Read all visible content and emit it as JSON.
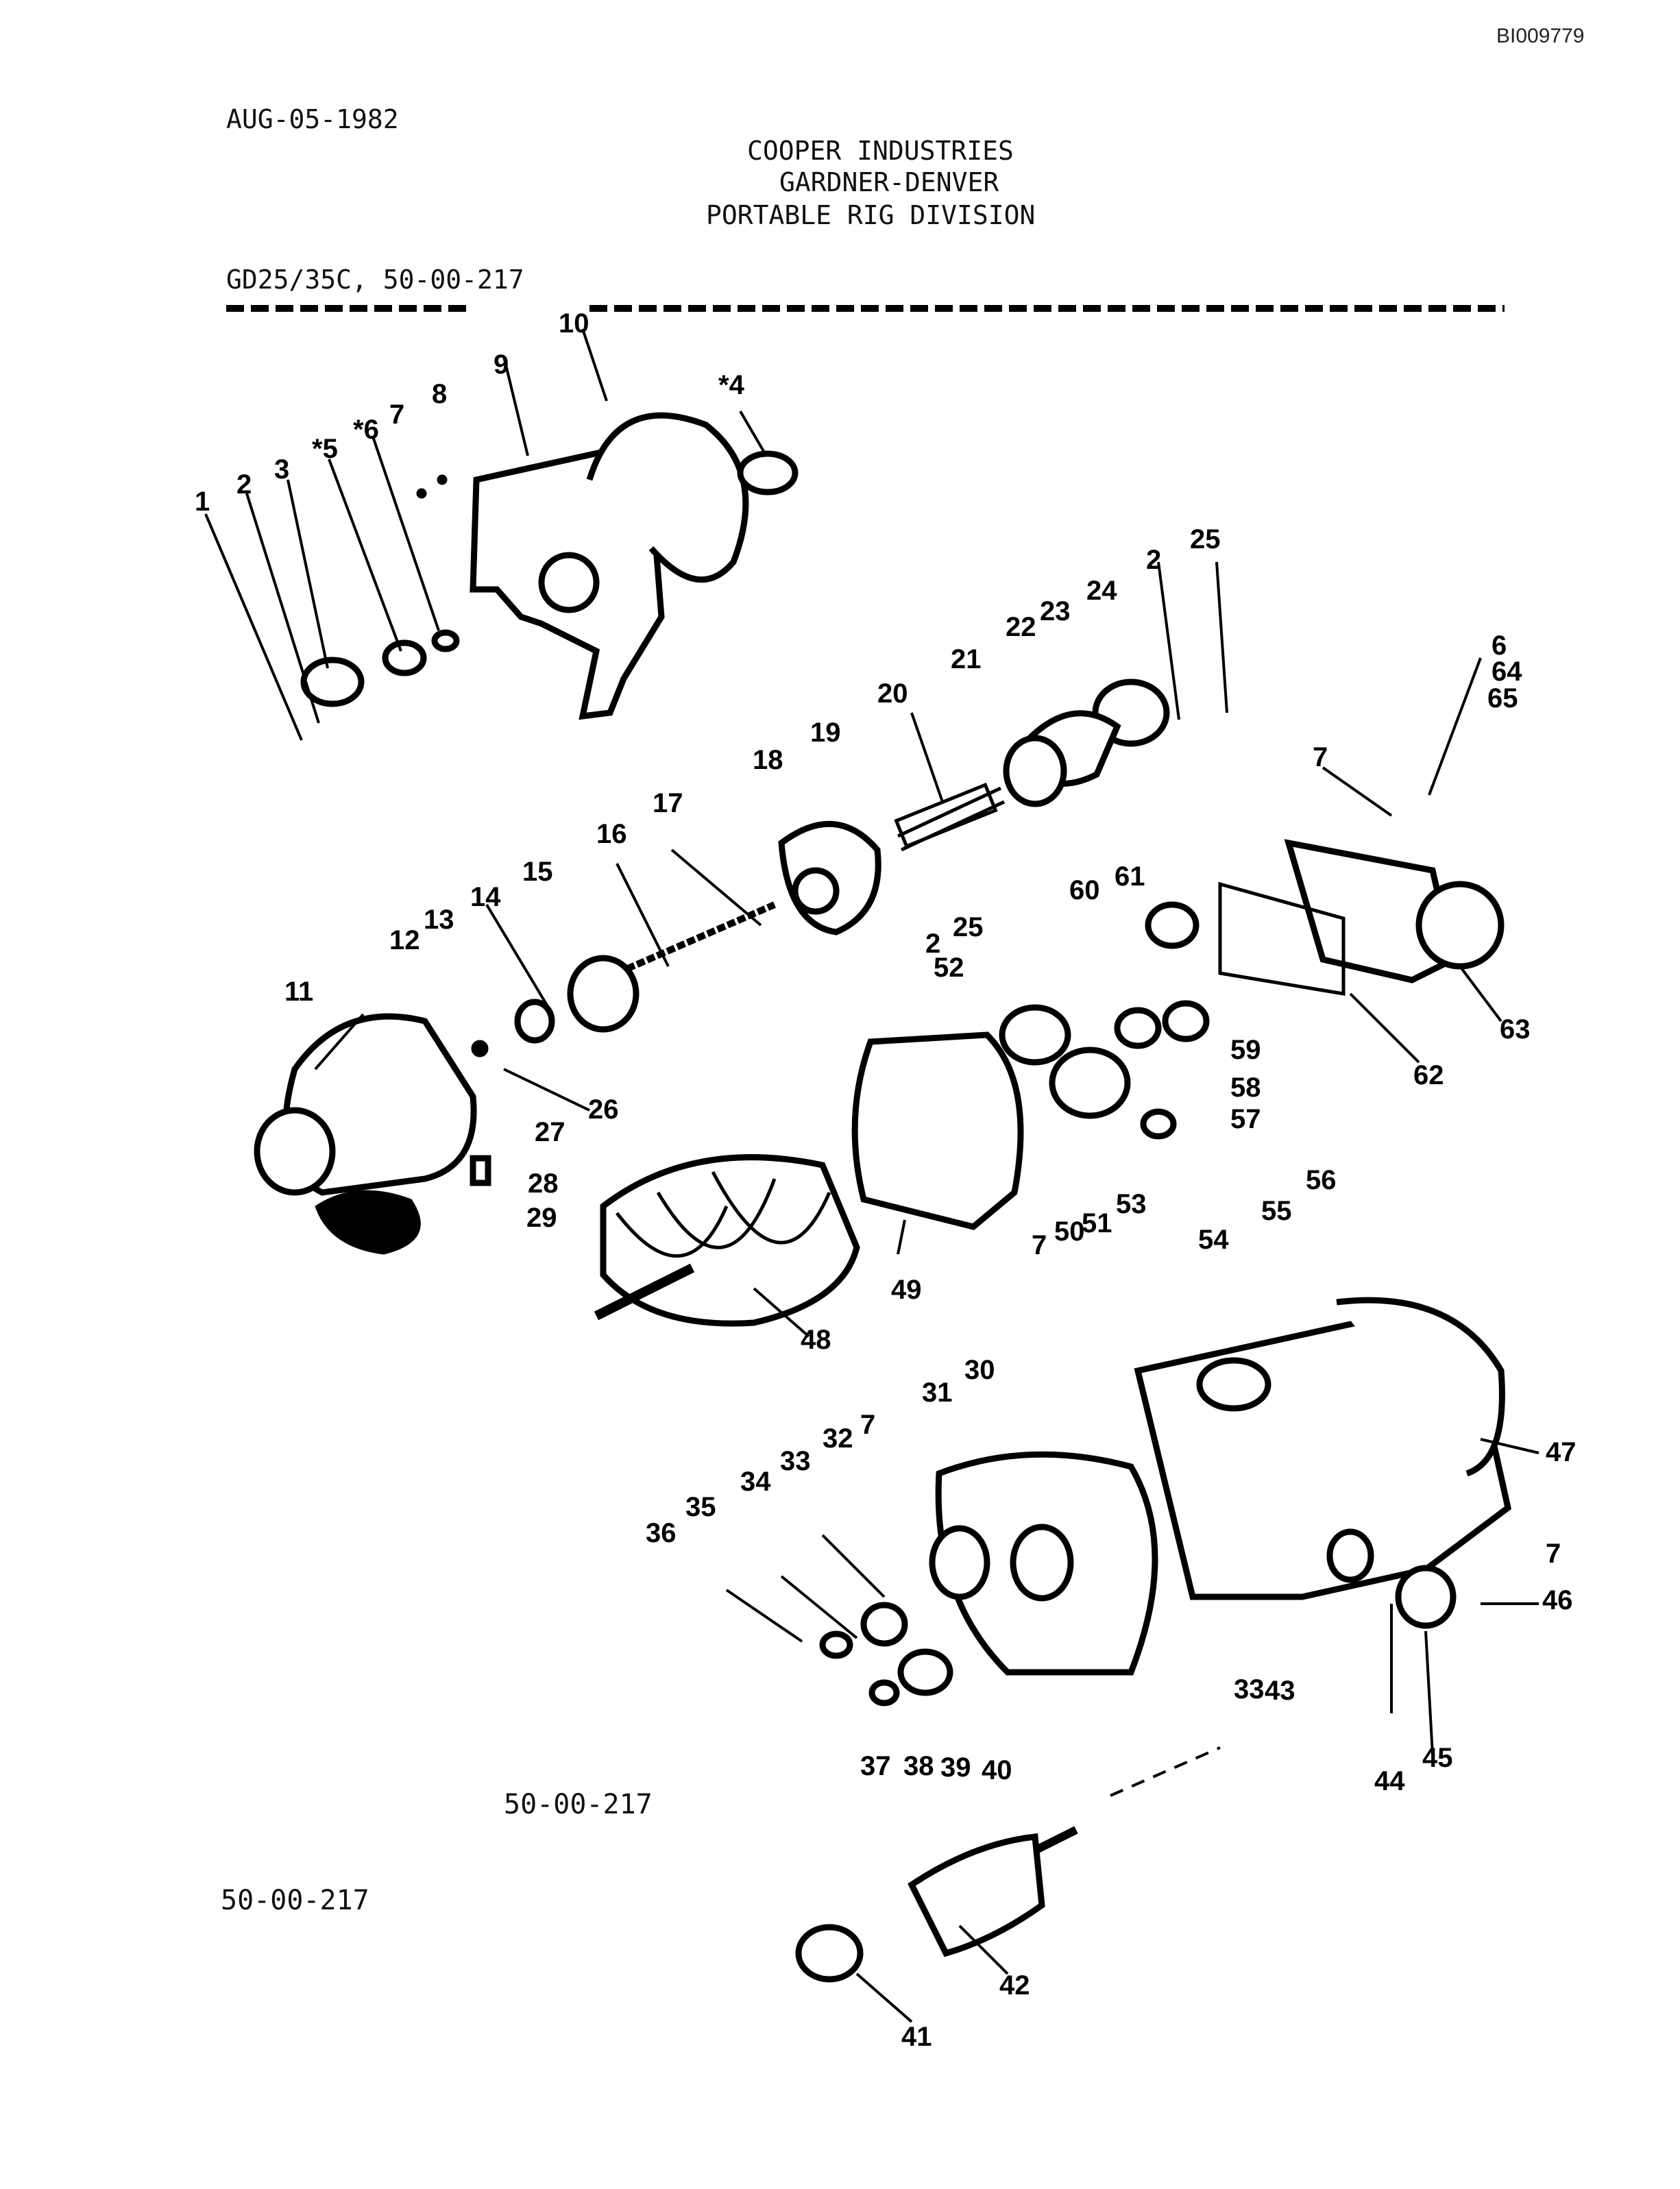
{
  "doc_id": "BI009779",
  "date": "AUG-05-1982",
  "company": [
    "COOPER INDUSTRIES",
    "GARDNER-DENVER",
    "PORTABLE RIG DIVISION"
  ],
  "model_ref": "GD25/35C, 50-00-217",
  "figure_caption": "50-00-217",
  "footer_ref": "50-00-217",
  "callouts": [
    "1",
    "2",
    "3",
    "*5",
    "*6",
    "7",
    "8",
    "9",
    "10",
    "*4",
    "2",
    "25",
    "24",
    "23",
    "22",
    "21",
    "20",
    "19",
    "18",
    "17",
    "16",
    "15",
    "14",
    "13",
    "12",
    "11",
    "6",
    "64",
    "65",
    "7",
    "60",
    "61",
    "63",
    "62",
    "2",
    "25",
    "52",
    "59",
    "58",
    "57",
    "56",
    "55",
    "54",
    "53",
    "51",
    "50",
    "7",
    "27",
    "26",
    "28",
    "29",
    "49",
    "48",
    "31",
    "30",
    "7",
    "32",
    "33",
    "34",
    "35",
    "36",
    "47",
    "7",
    "46",
    "33",
    "43",
    "37",
    "38",
    "39",
    "40",
    "44",
    "45",
    "42",
    "41"
  ]
}
